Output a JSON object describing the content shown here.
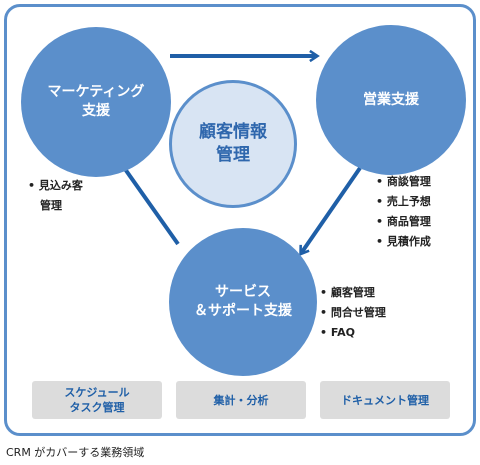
{
  "nodes": {
    "marketing": "マーケティング\n支援",
    "sales": "営業支援",
    "center": "顧客情報\n管理",
    "service": "サービス\n＆サポート支援"
  },
  "bullets": {
    "marketing": [
      "見込み客\n管理"
    ],
    "sales": [
      "商談管理",
      "売上予想",
      "商品管理",
      "見積作成"
    ],
    "service": [
      "顧客管理",
      "問合せ管理",
      "FAQ"
    ]
  },
  "bottom_items": [
    "スケジュール\nタスク管理",
    "集計・分析",
    "ドキュメント管理"
  ],
  "caption": "CRM がカバーする業務領域",
  "colors": {
    "circle_blue": "#5b8fcb",
    "center_fill": "#d8e4f3",
    "arrow": "#1f5fa7",
    "pill_bg": "#dcdcdc",
    "pill_text": "#1f5fa7"
  }
}
